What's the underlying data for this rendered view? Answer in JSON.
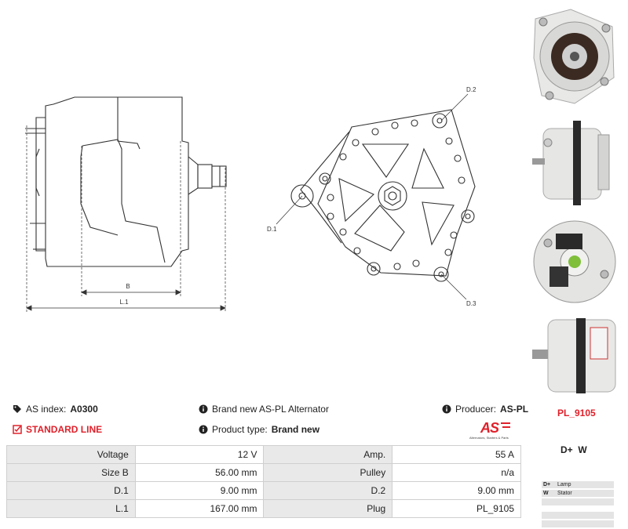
{
  "drawing": {
    "dim_b": "B",
    "dim_l1": "L.1",
    "label_d1": "D.1",
    "label_d2": "D.2",
    "label_d3": "D.3"
  },
  "info": {
    "as_index_label": "AS index:",
    "as_index_value": "A0300",
    "standard_line": "STANDARD LINE",
    "description": "Brand new AS-PL Alternator",
    "product_type_label": "Product type:",
    "product_type_value": "Brand new",
    "producer_label": "Producer:",
    "producer_value": "AS-PL",
    "part_number": "PL_9105",
    "logo_text": "AS",
    "logo_tagline": "Alternators, Starters & Parts"
  },
  "connection": {
    "terminals": "D+  W",
    "legend": [
      {
        "key": "D+",
        "value": "Lamp"
      },
      {
        "key": "W",
        "value": "Stator"
      }
    ]
  },
  "specs": [
    {
      "label1": "Voltage",
      "value1": "12 V",
      "label2": "Amp.",
      "value2": "55 A"
    },
    {
      "label1": "Size B",
      "value1": "56.00 mm",
      "label2": "Pulley",
      "value2": "n/a"
    },
    {
      "label1": "D.1",
      "value1": "9.00 mm",
      "label2": "D.2",
      "value2": "9.00 mm"
    },
    {
      "label1": "L.1",
      "value1": "167.00 mm",
      "label2": "Plug",
      "value2": "PL_9105"
    }
  ],
  "colors": {
    "accent_red": "#e0202a",
    "label_bg": "#e9e9e9"
  }
}
